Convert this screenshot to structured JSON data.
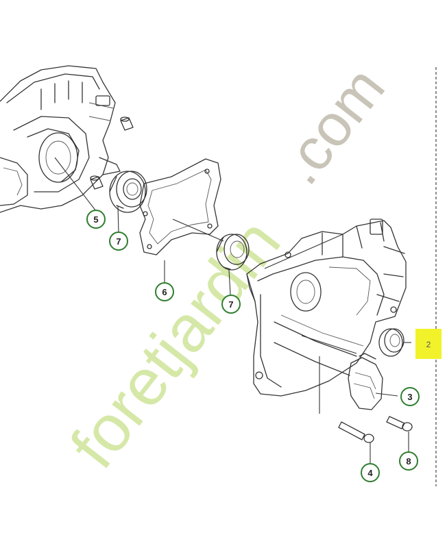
{
  "watermark": {
    "part1": "foretjardin",
    "part2": ".com",
    "color1": "#d6e8a8",
    "color2": "#c9c4b8",
    "accent": "#f6c79a"
  },
  "callouts": [
    {
      "id": "c5",
      "label": "5"
    },
    {
      "id": "c7a",
      "label": "7"
    },
    {
      "id": "c6",
      "label": "6"
    },
    {
      "id": "c7b",
      "label": "7"
    },
    {
      "id": "c3",
      "label": "3"
    },
    {
      "id": "c4",
      "label": "4"
    },
    {
      "id": "c8",
      "label": "8"
    }
  ],
  "highlight": {
    "label": "2",
    "color": "#f2f22a"
  },
  "colors": {
    "callout_ring": "#2f7d2f",
    "line": "#333333"
  }
}
